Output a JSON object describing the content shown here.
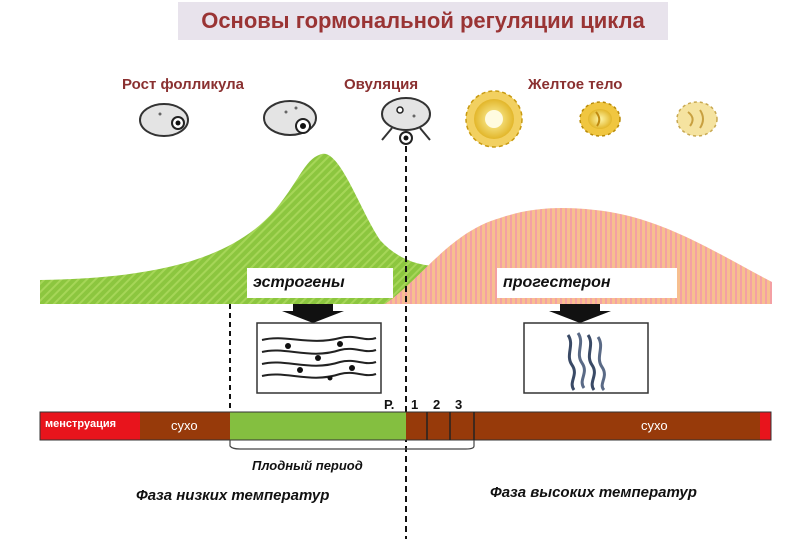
{
  "title": "Основы гормональной регуляции цикла",
  "stages": {
    "follicle_growth": "Рост фолликула",
    "ovulation": "Овуляция",
    "corpus_luteum": "Желтое тело"
  },
  "hormones": {
    "estrogen": "эстрогены",
    "progesterone": "прогестерон"
  },
  "bar": {
    "menstruation": "менструация",
    "dry_left": "сухо",
    "dry_right": "сухо",
    "peak_marker": "Р.",
    "day_1": "1",
    "day_2": "2",
    "day_3": "3"
  },
  "fertile_period": "Плодный период",
  "phases": {
    "low_temp": "Фаза низких температур",
    "high_temp": "Фаза высоких температур"
  },
  "colors": {
    "title": "#9a3434",
    "estrogen_fill": "#8cc63f",
    "progesterone_fill": "#f7b98b",
    "menstruation": "#e8141c",
    "dry": "#973a0a",
    "fertile": "#84bf40"
  }
}
